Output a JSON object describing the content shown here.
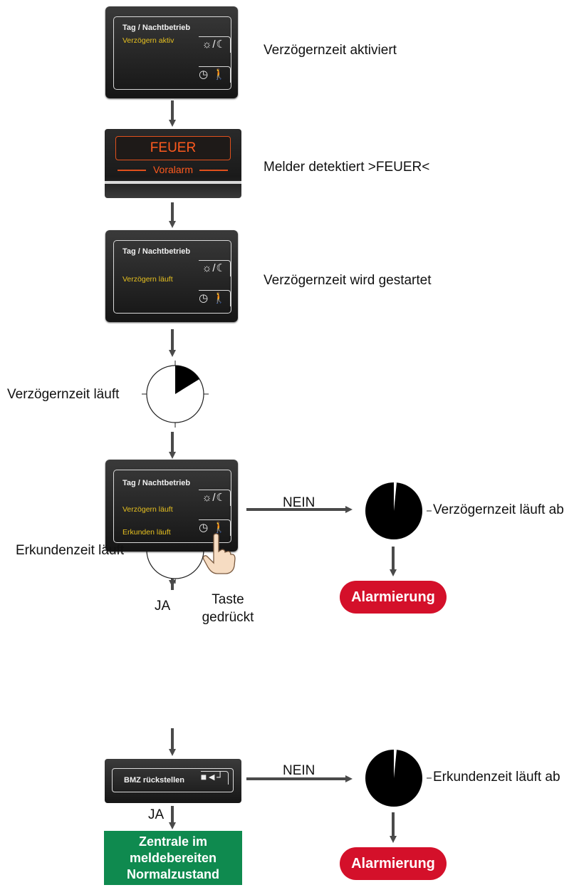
{
  "panel1": {
    "title": "Tag / Nachtbetrieb",
    "status": "Verzögern aktiv"
  },
  "caption1": "Verzögernzeit aktiviert",
  "fire": {
    "main": "FEUER",
    "sub": "Voralarm"
  },
  "caption2": "Melder detektiert >FEUER<",
  "panel3": {
    "title": "Tag / Nachtbetrieb",
    "status": "Verzögern läuft"
  },
  "caption3": "Verzögernzeit wird gestartet",
  "timer1_label": "Verzögernzeit läuft",
  "panel5": {
    "title": "Tag / Nachtbetrieb",
    "status1": "Verzögern läuft",
    "status2": "Erkunden läuft"
  },
  "nein1": "NEIN",
  "timer_end1_label": "Verzögernzeit läuft ab",
  "alarm1": "Alarmierung",
  "taste_line1": "Taste",
  "taste_line2": "gedrückt",
  "ja1": "JA",
  "timer2_label": "Erkundenzeit läuft",
  "bmz_label": "BMZ rückstellen",
  "nein2": "NEIN",
  "timer_end2_label": "Erkundenzeit läuft ab",
  "ja2": "JA",
  "final": {
    "line1": "Zentrale im",
    "line2": "meldebereiten",
    "line3": "Normalzustand"
  },
  "alarm2": "Alarmierung",
  "icons": [
    "sun-moon-icon",
    "timer-walker-icon",
    "reset-arrow-icon",
    "hand-pointer-icon"
  ],
  "colors": {
    "alarm": "#d4102a",
    "normal": "#0f8a4f",
    "status_text": "#e6c020",
    "fire": "#ff5a1e",
    "arrow": "#4a4a4a"
  }
}
